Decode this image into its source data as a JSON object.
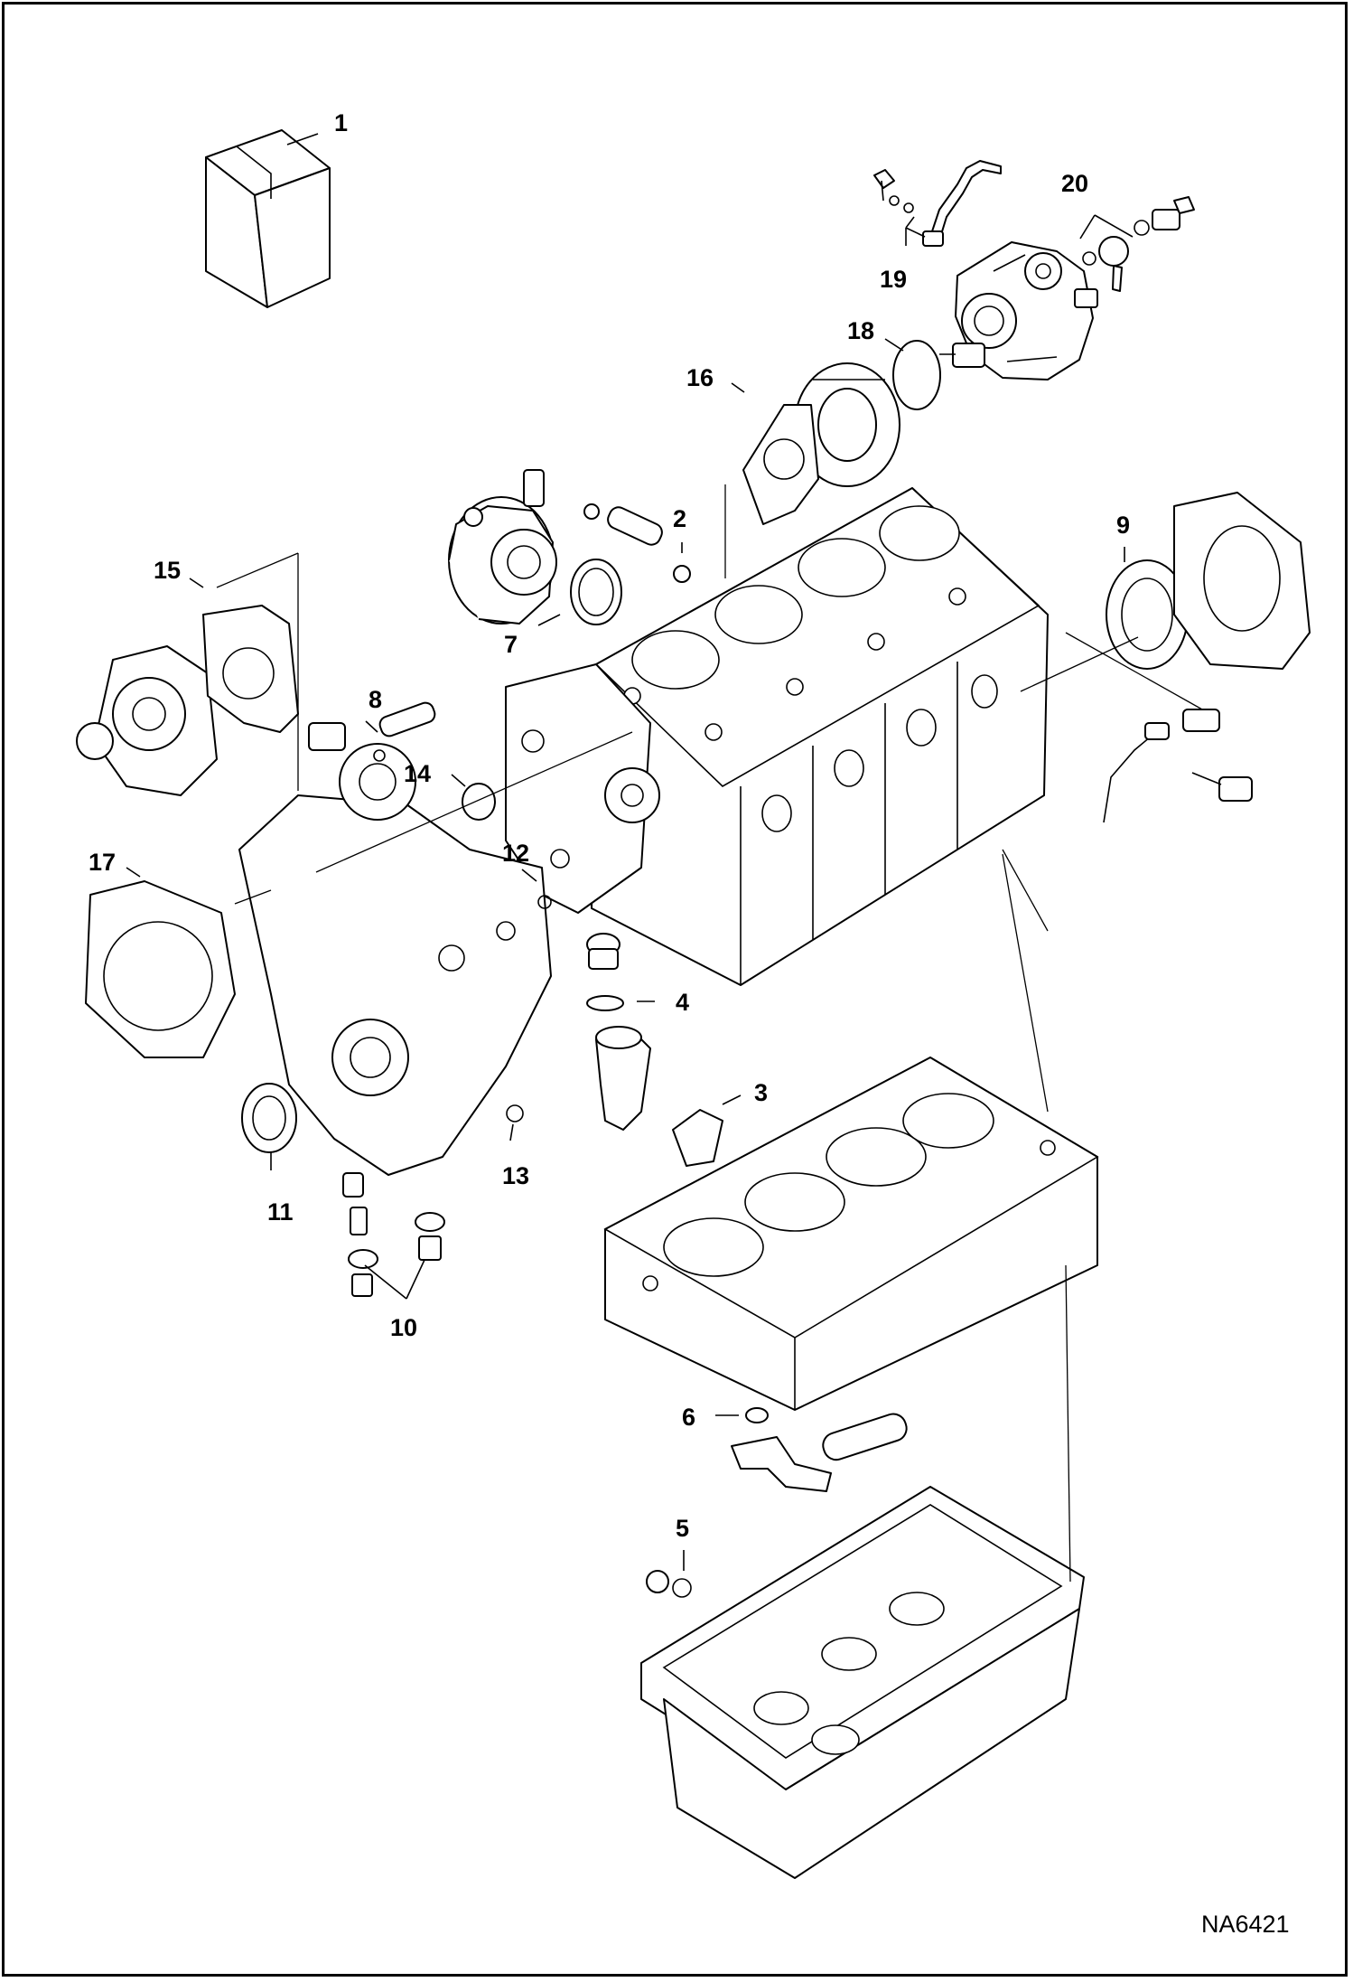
{
  "callouts": [
    {
      "number": "1",
      "part": "gasket-kit"
    },
    {
      "number": "2",
      "part": "plug-washer"
    },
    {
      "number": "3",
      "part": "inlet-gasket"
    },
    {
      "number": "4",
      "part": "o-ring"
    },
    {
      "number": "5",
      "part": "drain-plug-washer"
    },
    {
      "number": "6",
      "part": "o-ring"
    },
    {
      "number": "7",
      "part": "oil-cooler-o-ring"
    },
    {
      "number": "8",
      "part": "o-ring"
    },
    {
      "number": "9",
      "part": "rear-crankshaft-seal"
    },
    {
      "number": "10",
      "part": "plug-seals"
    },
    {
      "number": "11",
      "part": "front-crankshaft-seal"
    },
    {
      "number": "12",
      "part": "o-ring"
    },
    {
      "number": "13",
      "part": "o-ring"
    },
    {
      "number": "14",
      "part": "o-ring"
    },
    {
      "number": "15",
      "part": "water-pump-gasket"
    },
    {
      "number": "16",
      "part": "pump-flange-gasket"
    },
    {
      "number": "17",
      "part": "gear-case-gasket"
    },
    {
      "number": "18",
      "part": "o-ring"
    },
    {
      "number": "19",
      "part": "fuel-line-washers"
    },
    {
      "number": "20",
      "part": "banjo-washers"
    }
  ],
  "drawing_id": "NA6421"
}
